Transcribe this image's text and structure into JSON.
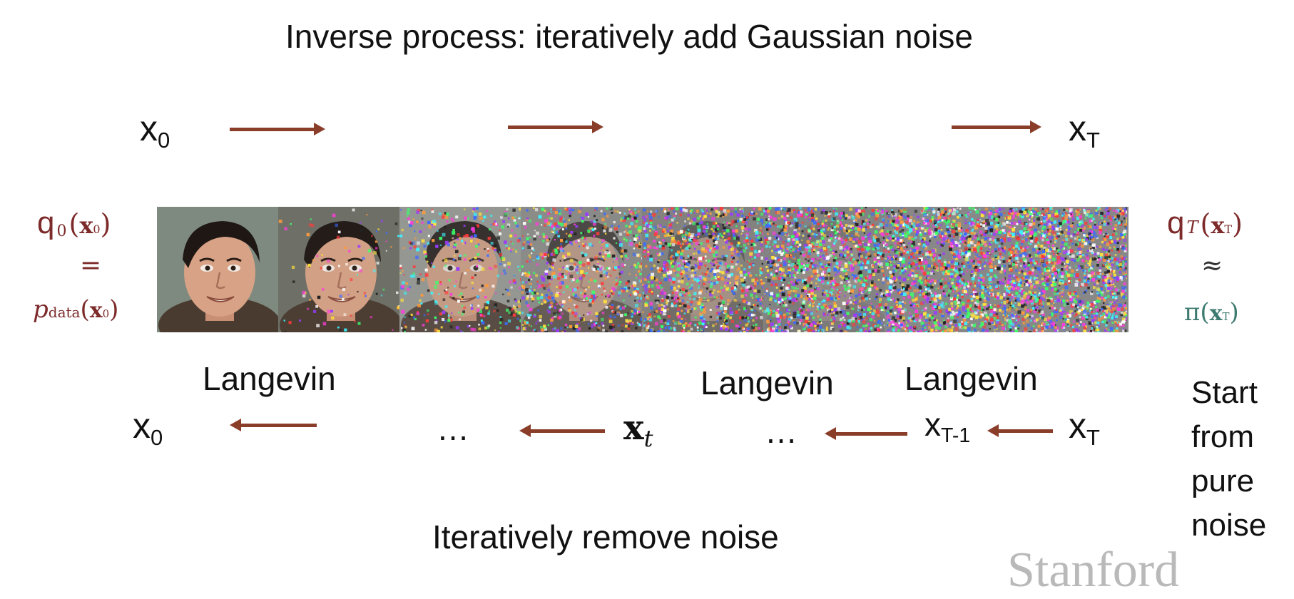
{
  "title": "Inverse process: iteratively add Gaussian noise",
  "top_row": {
    "x0": {
      "base": "x",
      "sub": "0"
    },
    "xT": {
      "base": "x",
      "sub": "T"
    }
  },
  "left_eq": {
    "q0": {
      "q": "q",
      "sub": "0",
      "open": "(",
      "x": "x",
      "xsub": "0",
      "close": ")"
    },
    "equals": "=",
    "pdata": {
      "p": "p",
      "sub": "data",
      "open": "(",
      "x": "x",
      "xsub": "0",
      "close": ")"
    }
  },
  "right_eq": {
    "qT": {
      "q": "q",
      "sub": "T",
      "open": "(",
      "x": "x",
      "xsub": "T",
      "close": ")"
    },
    "approx": "≈",
    "pi": {
      "pi": "π",
      "open": "(",
      "x": "x",
      "xsub": "T",
      "close": ")"
    }
  },
  "bottom_row": {
    "langevin_1": "Langevin",
    "langevin_2": "Langevin",
    "langevin_3": "Langevin",
    "x0": {
      "base": "x",
      "sub": "0"
    },
    "dots_1": "…",
    "xt": {
      "base": "x",
      "sub": "t"
    },
    "dots_2": "…",
    "xT1": {
      "base": "x",
      "sub": "T-1"
    },
    "xT": {
      "base": "x",
      "sub": "T"
    }
  },
  "start_note": [
    "Start",
    "from",
    "pure",
    "noise"
  ],
  "bottom_caption": "Iteratively remove noise",
  "watermark": "Stanford",
  "noise_levels": [
    0.0,
    0.05,
    0.22,
    0.42,
    0.62,
    0.8,
    0.95,
    1.0
  ],
  "colors": {
    "arrow": "#8a3e2a",
    "red_math": "#7d2a2a",
    "teal_math": "#3d7b70"
  },
  "icons": {
    "frame": "face-image-icon",
    "arrow": "arrow-icon"
  }
}
